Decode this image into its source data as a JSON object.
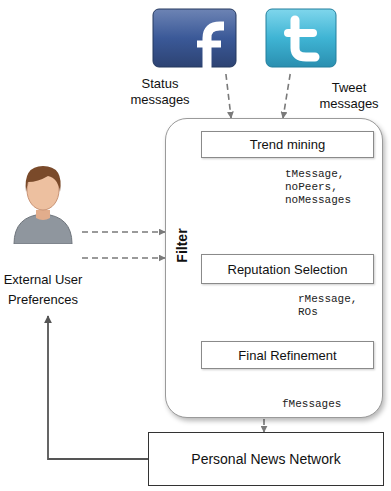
{
  "diagram": {
    "nodes": [
      {
        "text": [
          "Status messages"
        ]
      },
      {
        "text": [
          "Tweet messages"
        ]
      },
      {
        "text": [
          "External User Preferences"
        ]
      },
      {
        "text": [
          "Filter"
        ]
      },
      {
        "text": [
          "Trend mining"
        ],
        "in": 3
      },
      {
        "text": [
          "Reputation Selection"
        ],
        "in": 3
      },
      {
        "text": [
          "Final Refinement"
        ],
        "in": 3
      },
      {
        "text": [
          "Personal News Network"
        ]
      }
    ],
    "edges": [
      {
        "from": 0,
        "to": 3,
        "arrow": "to"
      },
      {
        "from": 1,
        "to": 3,
        "arrow": "to"
      },
      {
        "from": 2,
        "to": 3,
        "arrow": "to"
      },
      {
        "from": 2,
        "to": 3,
        "arrow": "to"
      },
      {
        "from": 4,
        "to": 5,
        "label": "tMessage, noPeers, noMessages",
        "arrow": "to"
      },
      {
        "from": 5,
        "to": 6,
        "label": "rMessage, ROs",
        "arrow": "to"
      },
      {
        "from": 6,
        "to": 7,
        "label": "fMessages",
        "arrow": "to"
      },
      {
        "from": 7,
        "to": 2,
        "arrow": "to"
      }
    ]
  }
}
